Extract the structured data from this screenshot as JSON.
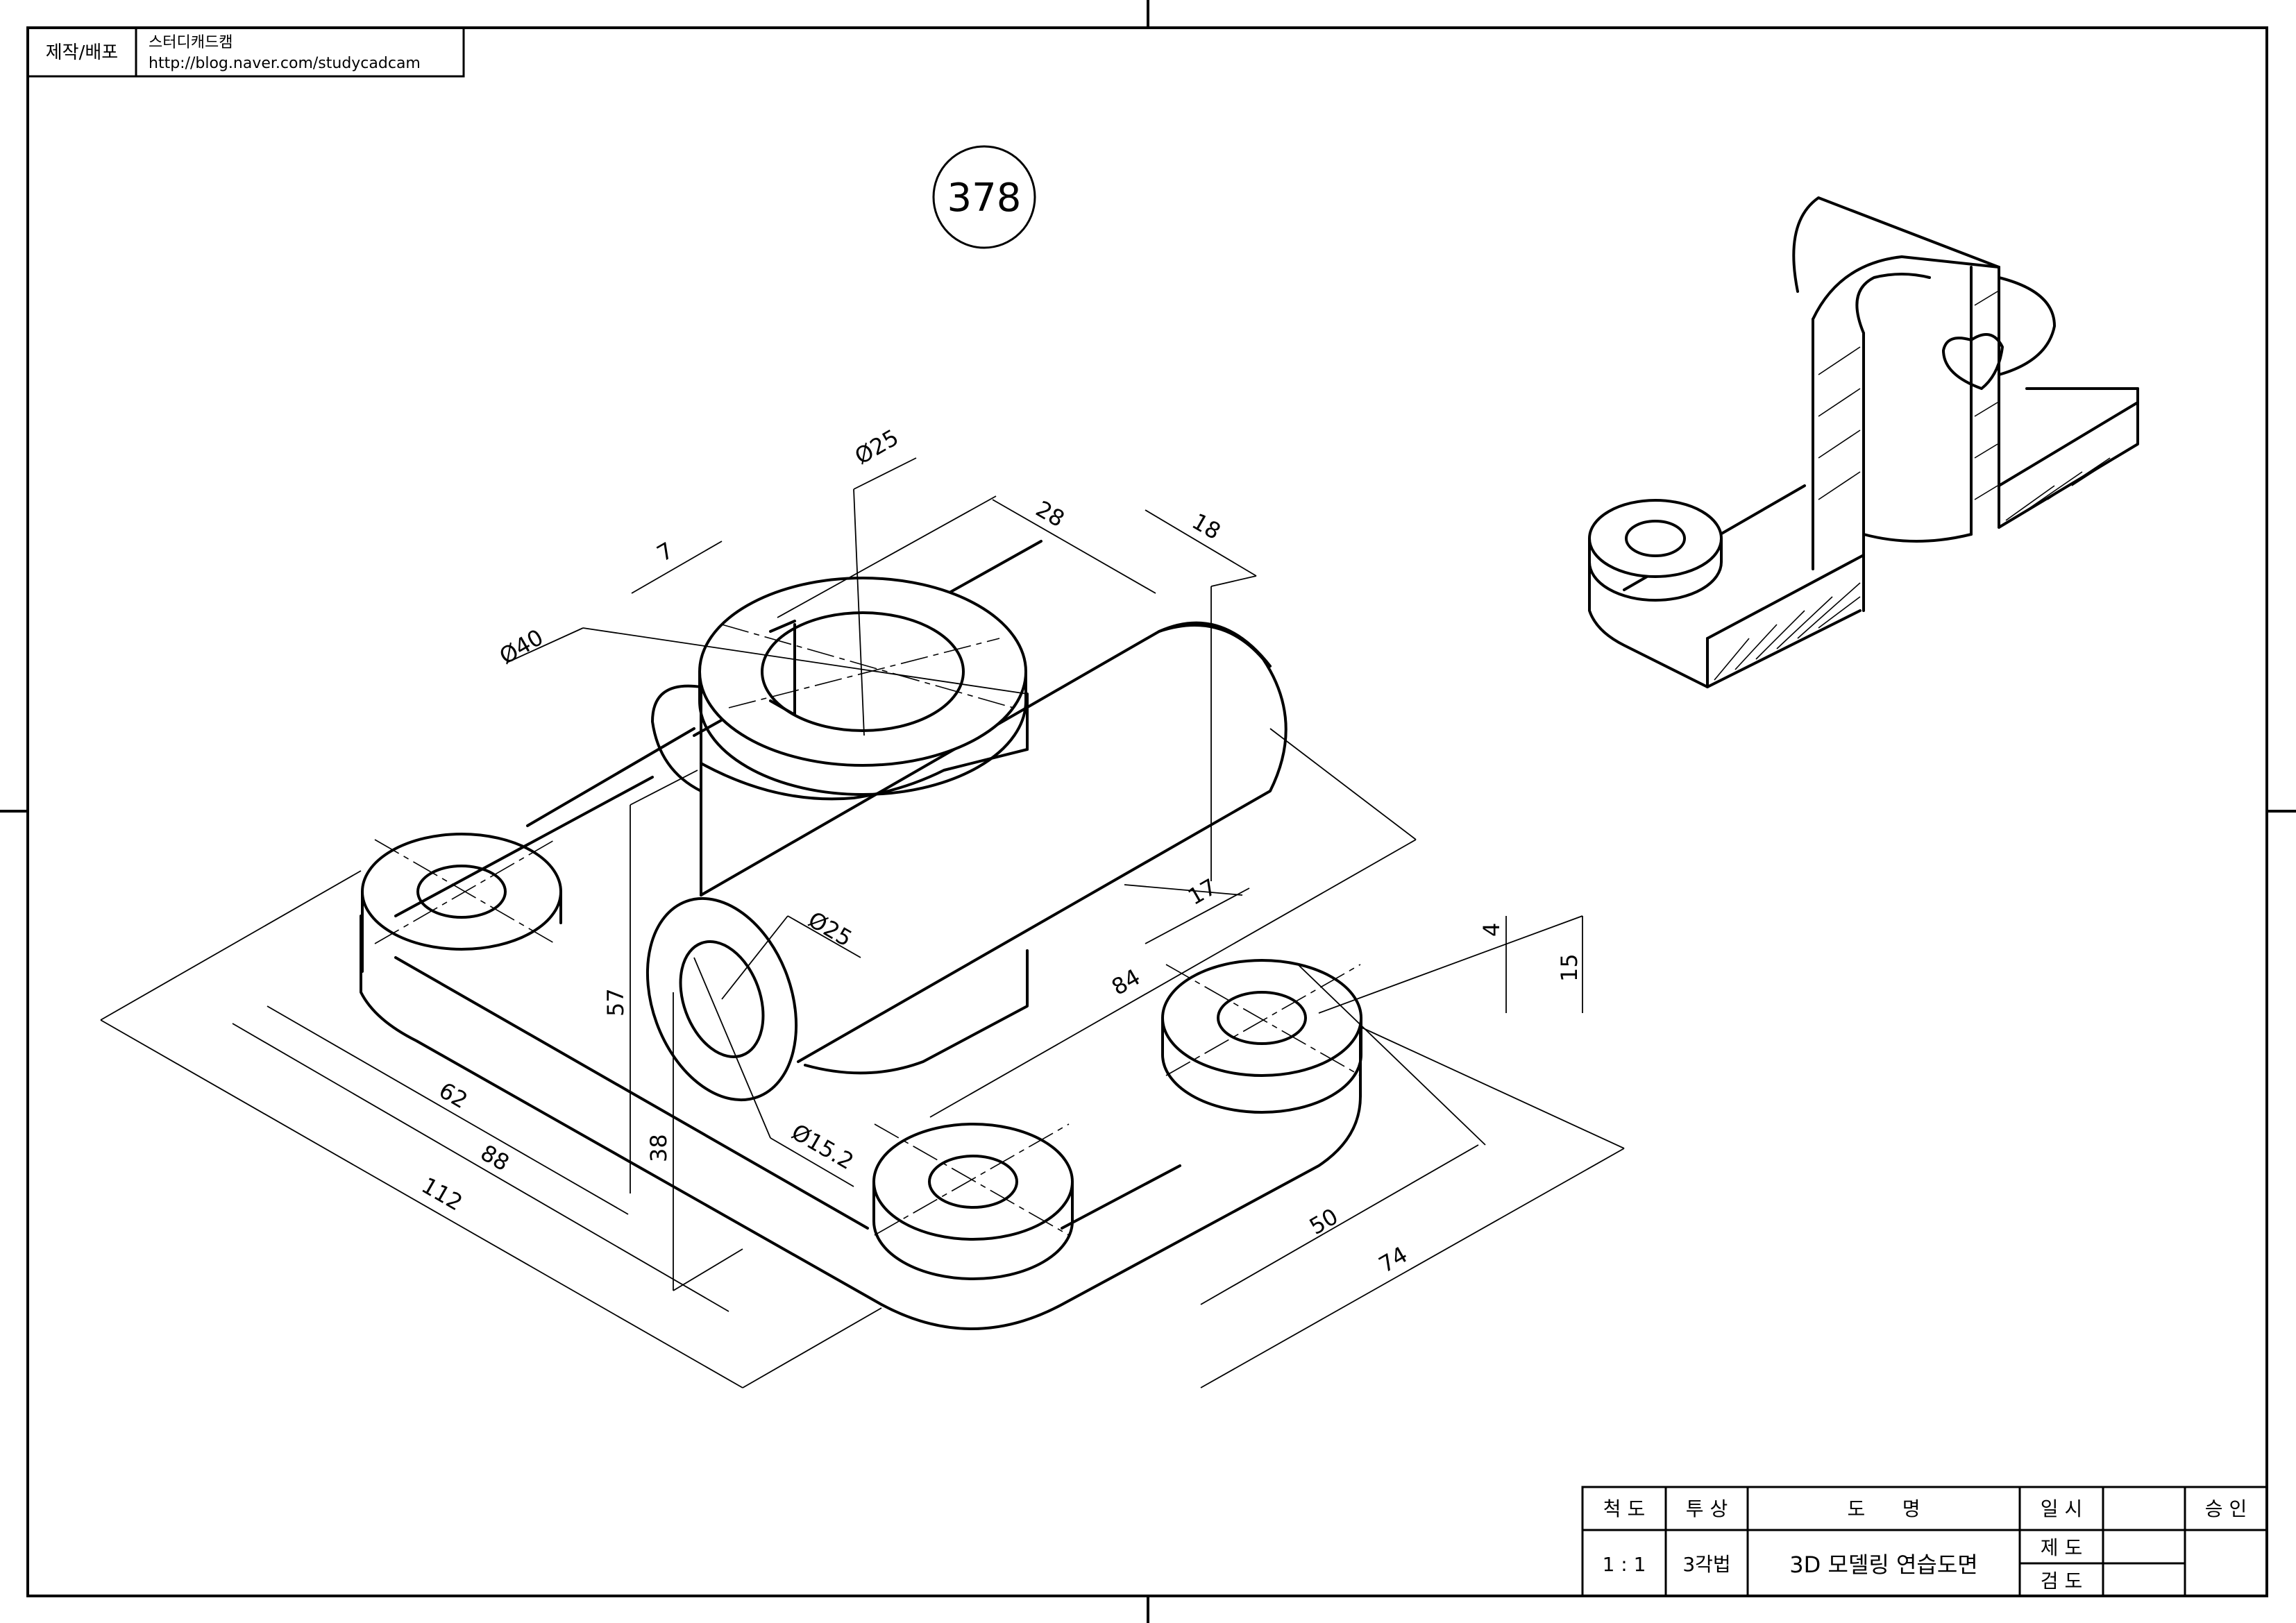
{
  "header_box": {
    "label": "제작/배포",
    "author": "스터디캐드캠",
    "url": "http://blog.naver.com/studycadcam"
  },
  "drawing_number": "378",
  "dimensions": {
    "d25_top": "Ø25",
    "d40": "Ø40",
    "d7": "7",
    "d28": "28",
    "d18": "18",
    "d25_side": "Ø25",
    "d17": "17",
    "d84": "84",
    "d4": "4",
    "d15": "15",
    "d57": "57",
    "d38": "38",
    "d15_2": "Ø15.2",
    "d62": "62",
    "d88": "88",
    "d112": "112",
    "d50": "50",
    "d74": "74"
  },
  "title_block": {
    "scale_header": "척 도",
    "projection_header": "투 상",
    "title_header": "도      명",
    "date_header": "일 시",
    "approval_header": "승 인",
    "scale_value": "1 : 1",
    "projection_value": "3각법",
    "title_value": "3D 모델링 연습도면",
    "drawn_label": "제 도",
    "checked_label": "검 도"
  },
  "colors": {
    "line": "#000000",
    "background": "#ffffff"
  }
}
